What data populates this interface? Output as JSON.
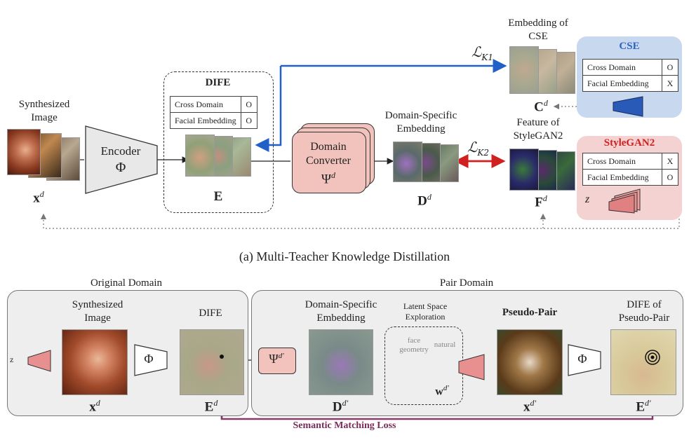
{
  "top": {
    "synth_image_label": "Synthesized\nImage",
    "xd": "x^d",
    "encoder_label": "Encoder",
    "encoder_sym": "Φ",
    "dife_title": "DIFE",
    "dife_table": [
      [
        "Cross Domain",
        "O"
      ],
      [
        "Facial Embedding",
        "O"
      ]
    ],
    "e_sym": "E",
    "converter_label": "Domain\nConverter",
    "converter_sym": "Ψ^d",
    "dse_label": "Domain-Specific\nEmbedding",
    "dd": "D^d",
    "loss_k1": "ℒ_K1",
    "loss_k2": "ℒ_K2",
    "cse_embed_label": "Embedding of\nCSE",
    "cd": "C^d",
    "stylegan_feat_label": "Feature of\nStyleGAN2",
    "fd": "F^d",
    "cse_title": "CSE",
    "cse_table": [
      [
        "Cross Domain",
        "O"
      ],
      [
        "Facial Embedding",
        "X"
      ]
    ],
    "stylegan_title": "StyleGAN2",
    "stylegan_table": [
      [
        "Cross Domain",
        "X"
      ],
      [
        "Facial Embedding",
        "O"
      ]
    ],
    "z": "z",
    "caption": "(a) Multi-Teacher Knowledge Distillation"
  },
  "bottom": {
    "orig_domain": "Original Domain",
    "pair_domain": "Pair Domain",
    "z": "z",
    "synth_image_label": "Synthesized\nImage",
    "phi": "Φ",
    "dife_label": "DIFE",
    "xd": "x^d",
    "ed": "E^d",
    "psi": "Ψ^d'",
    "dse_label": "Domain-Specific\nEmbedding",
    "dd": "D^d'",
    "latent_label": "Latent Space\nExploration",
    "face_geometry": "face\ngeometry",
    "natural": "natural",
    "wd": "w^d'",
    "pseudo_pair": "Pseudo-Pair",
    "xd2": "x^d'",
    "dife_pp_label": "DIFE of\nPseudo-Pair",
    "ed2": "E^d'",
    "semantic_loss": "Semantic Matching Loss"
  },
  "colors": {
    "blue_arrow": "#2060c8",
    "red_arrow": "#d02020",
    "purple_arrow": "#8a3a6a",
    "cse_panel": "#c8d8ef",
    "stylegan_panel": "#f4d2d2",
    "converter_fill": "#f2c2bc",
    "cse_title_color": "#2f62c0",
    "stylegan_title_color": "#d02020",
    "semantic_loss_color": "#7a2d5a"
  },
  "icons": [
    "encoder-trapezoid-icon",
    "decoder-trapezoid-icon",
    "cat-dog-face-image",
    "embedding-map-image"
  ]
}
